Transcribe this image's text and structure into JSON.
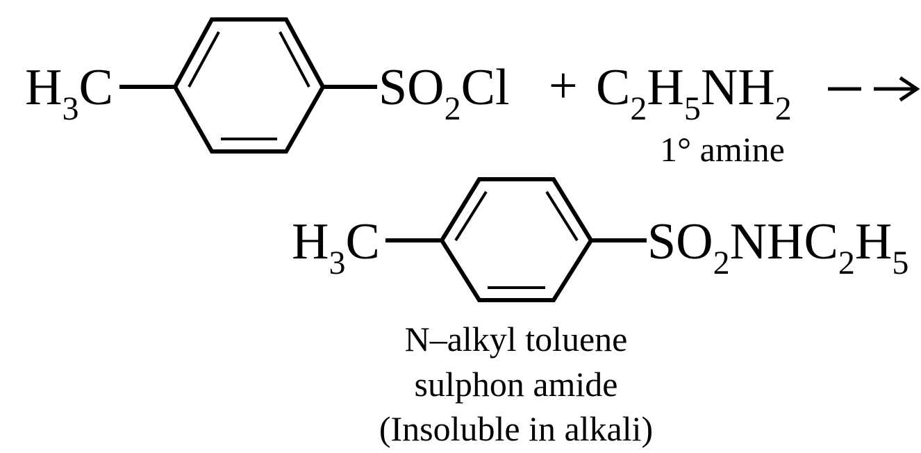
{
  "reaction": {
    "reactant1": {
      "left_group": {
        "main": "H",
        "sub": "3",
        "tail": "C"
      },
      "right_group": {
        "main": "SO",
        "sub": "2",
        "tail": "Cl"
      }
    },
    "plus_sign": "+",
    "reactant2": {
      "parts": [
        {
          "main": "C",
          "sub": "2"
        },
        {
          "main": "H",
          "sub": "5"
        },
        {
          "main": "NH",
          "sub": "2"
        }
      ],
      "label": "1° amine"
    },
    "arrow_glyph": "→",
    "product": {
      "left_group": {
        "main": "H",
        "sub": "3",
        "tail": "C"
      },
      "right_group": {
        "parts": [
          {
            "main": "SO",
            "sub": "2"
          },
          {
            "main": "NHC",
            "sub": "2"
          },
          {
            "main": "H",
            "sub": "5"
          }
        ]
      },
      "caption": {
        "line1": "N–alkyl toluene",
        "line2": "sulphon amide",
        "line3": "(Insoluble in alkali)"
      }
    }
  }
}
